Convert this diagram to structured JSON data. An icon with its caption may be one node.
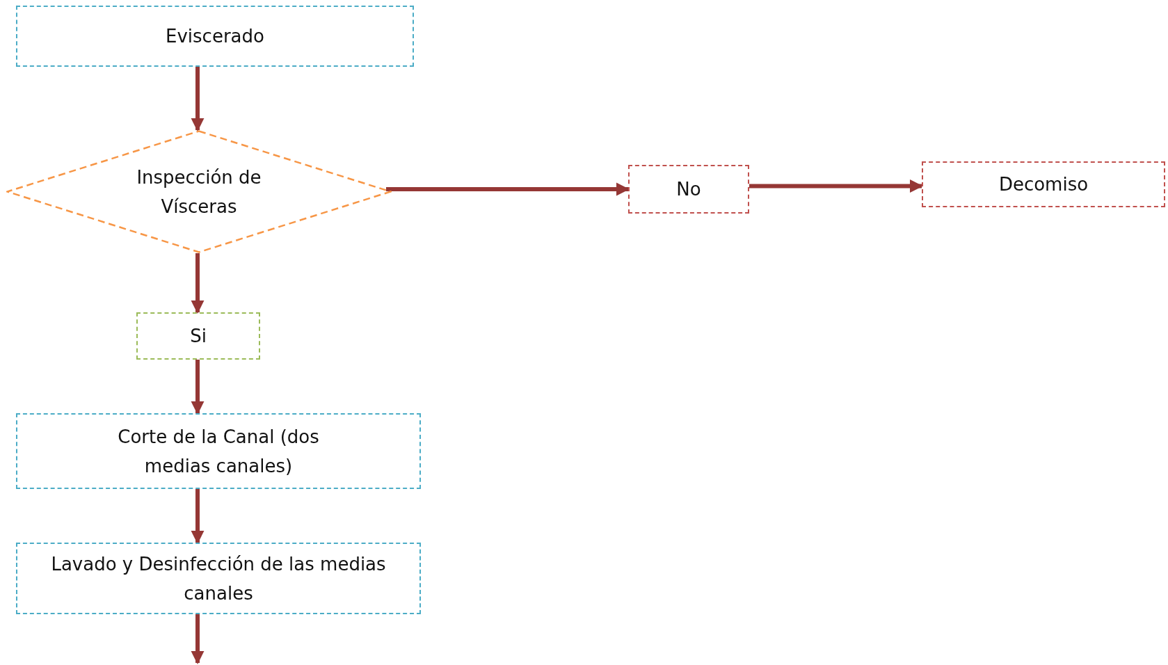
{
  "diagram": {
    "nodes": [
      {
        "text": [
          "Eviscerado"
        ]
      },
      {
        "text": [
          "Inspección de Vísceras"
        ]
      },
      {
        "text": [
          "No"
        ]
      },
      {
        "text": [
          "Decomiso"
        ]
      },
      {
        "text": [
          "Si"
        ]
      },
      {
        "text": [
          "Corte de la Canal (dos medias canales)"
        ]
      },
      {
        "text": [
          "Lavado y Desinfección de las medias canales"
        ]
      }
    ],
    "edges": [
      {
        "from": 0,
        "to": 1,
        "arrow": "to"
      },
      {
        "from": 1,
        "to": 2,
        "arrow": "to"
      },
      {
        "from": 2,
        "to": 3,
        "arrow": "to"
      },
      {
        "from": 1,
        "to": 4,
        "arrow": "to"
      },
      {
        "from": 4,
        "to": 5,
        "arrow": "to"
      },
      {
        "from": 5,
        "to": 6,
        "arrow": "to"
      },
      {
        "from": 6,
        "to": null,
        "arrow": "to"
      }
    ]
  }
}
